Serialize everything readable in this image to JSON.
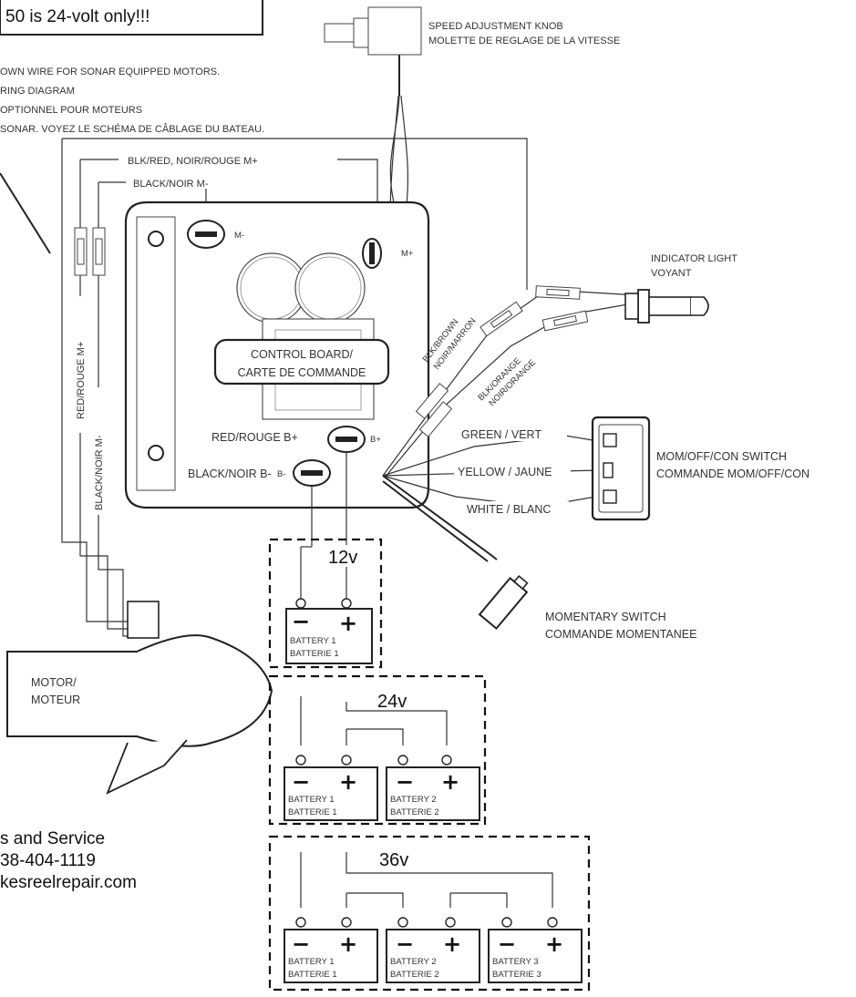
{
  "warning": {
    "text": "50 is 24-volt only!!!"
  },
  "speed_knob": {
    "en": "SPEED ADJUSTMENT  KNOB",
    "fr": "MOLETTE DE REGLAGE DE LA VITESSE"
  },
  "sonar_note": {
    "line1": "OWN WIRE FOR SONAR EQUIPPED MOTORS.",
    "line2": "RING DIAGRAM",
    "line3": "OPTIONNEL POUR MOTEURS",
    "line4": "SONAR. VOYEZ LE SCHÉMA DE CÂBLAGE DU BATEAU."
  },
  "wires": {
    "m_plus_top": "BLK/RED, NOIR/ROUGE M+",
    "m_minus_top": "BLACK/NOIR M-",
    "red_m_plus_vertical": "RED/ROUGE M+",
    "black_m_minus_vertical": "BLACK/NOIR M-",
    "red_b_plus": "RED/ROUGE B+",
    "black_b_minus": "BLACK/NOIR B-",
    "blk_brown_1": "BLK/BROWN",
    "blk_brown_2": "NOIR/MARRON",
    "blk_orange_1": "BLK/ORANGE",
    "blk_orange_2": "NOIR/ORANGE",
    "green": "GREEN / VERT",
    "yellow": "YELLOW / JAUNE",
    "white": "WHITE / BLANC"
  },
  "terminals": {
    "m_minus": "M-",
    "m_plus": "M+",
    "b_plus": "B+",
    "b_minus": "B-"
  },
  "control_board": {
    "line1": "CONTROL BOARD/",
    "line2": "CARTE DE COMMANDE"
  },
  "indicator_light": {
    "en": "INDICATOR LIGHT",
    "fr": "VOYANT"
  },
  "switch": {
    "en": "MOM/OFF/CON SWITCH",
    "fr": "COMMANDE MOM/OFF/CON"
  },
  "momentary_switch": {
    "en": "MOMENTARY SWITCH",
    "fr": "COMMANDE MOMENTANEE"
  },
  "motor": {
    "line1": "MOTOR/",
    "line2": "MOTEUR"
  },
  "service": {
    "line1": "s and Service",
    "line2": "38-404-1119",
    "line3": "kesreelrepair.com"
  },
  "battery_banks": {
    "v12": "12v",
    "v24": "24v",
    "v36": "36v"
  },
  "batteries": {
    "b1_en": "BATTERY 1",
    "b1_fr": "BATTERIE 1",
    "b2_en": "BATTERY 2",
    "b2_fr": "BATTERIE 2",
    "b3_en": "BATTERY 3",
    "b3_fr": "BATTERIE 3",
    "minus": "−",
    "plus": "+"
  }
}
